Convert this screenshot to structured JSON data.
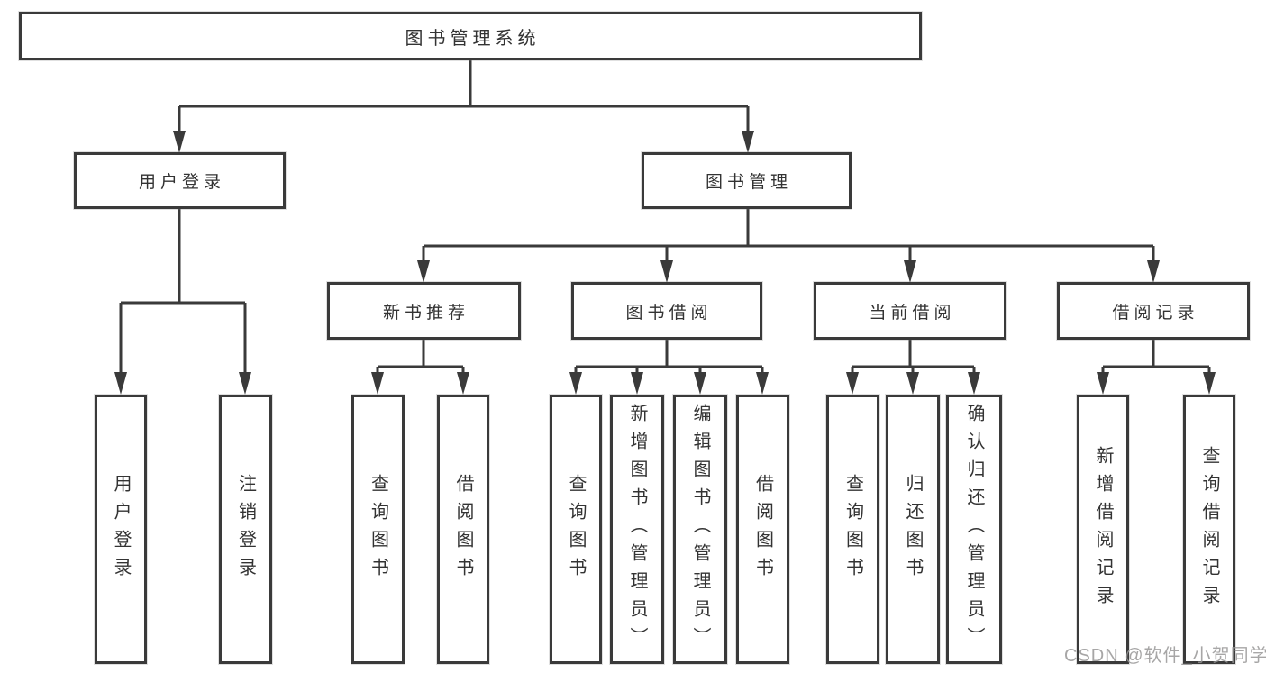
{
  "nodes": {
    "root": "图书管理系统",
    "level2": [
      "用户登录",
      "图书管理"
    ],
    "level3": [
      "新书推荐",
      "图书借阅",
      "当前借阅",
      "借阅记录"
    ],
    "leaves": {
      "user_login": [
        "用户登录",
        "注销登录"
      ],
      "new_book": [
        "查询图书",
        "借阅图书"
      ],
      "book_borrow": [
        "查询图书",
        "新增图书（管理员）",
        "编辑图书（管理员）",
        "借阅图书"
      ],
      "current_borrow": [
        "查询图书",
        "归还图书",
        "确认归还（管理员）"
      ],
      "borrow_record": [
        "新增借阅记录",
        "查询借阅记录"
      ]
    }
  },
  "watermark": "CSDN @软件_小贺同学",
  "colors": {
    "line": "#3a3a3a",
    "text": "#333333",
    "background": "#ffffff",
    "watermark": "#989696"
  }
}
